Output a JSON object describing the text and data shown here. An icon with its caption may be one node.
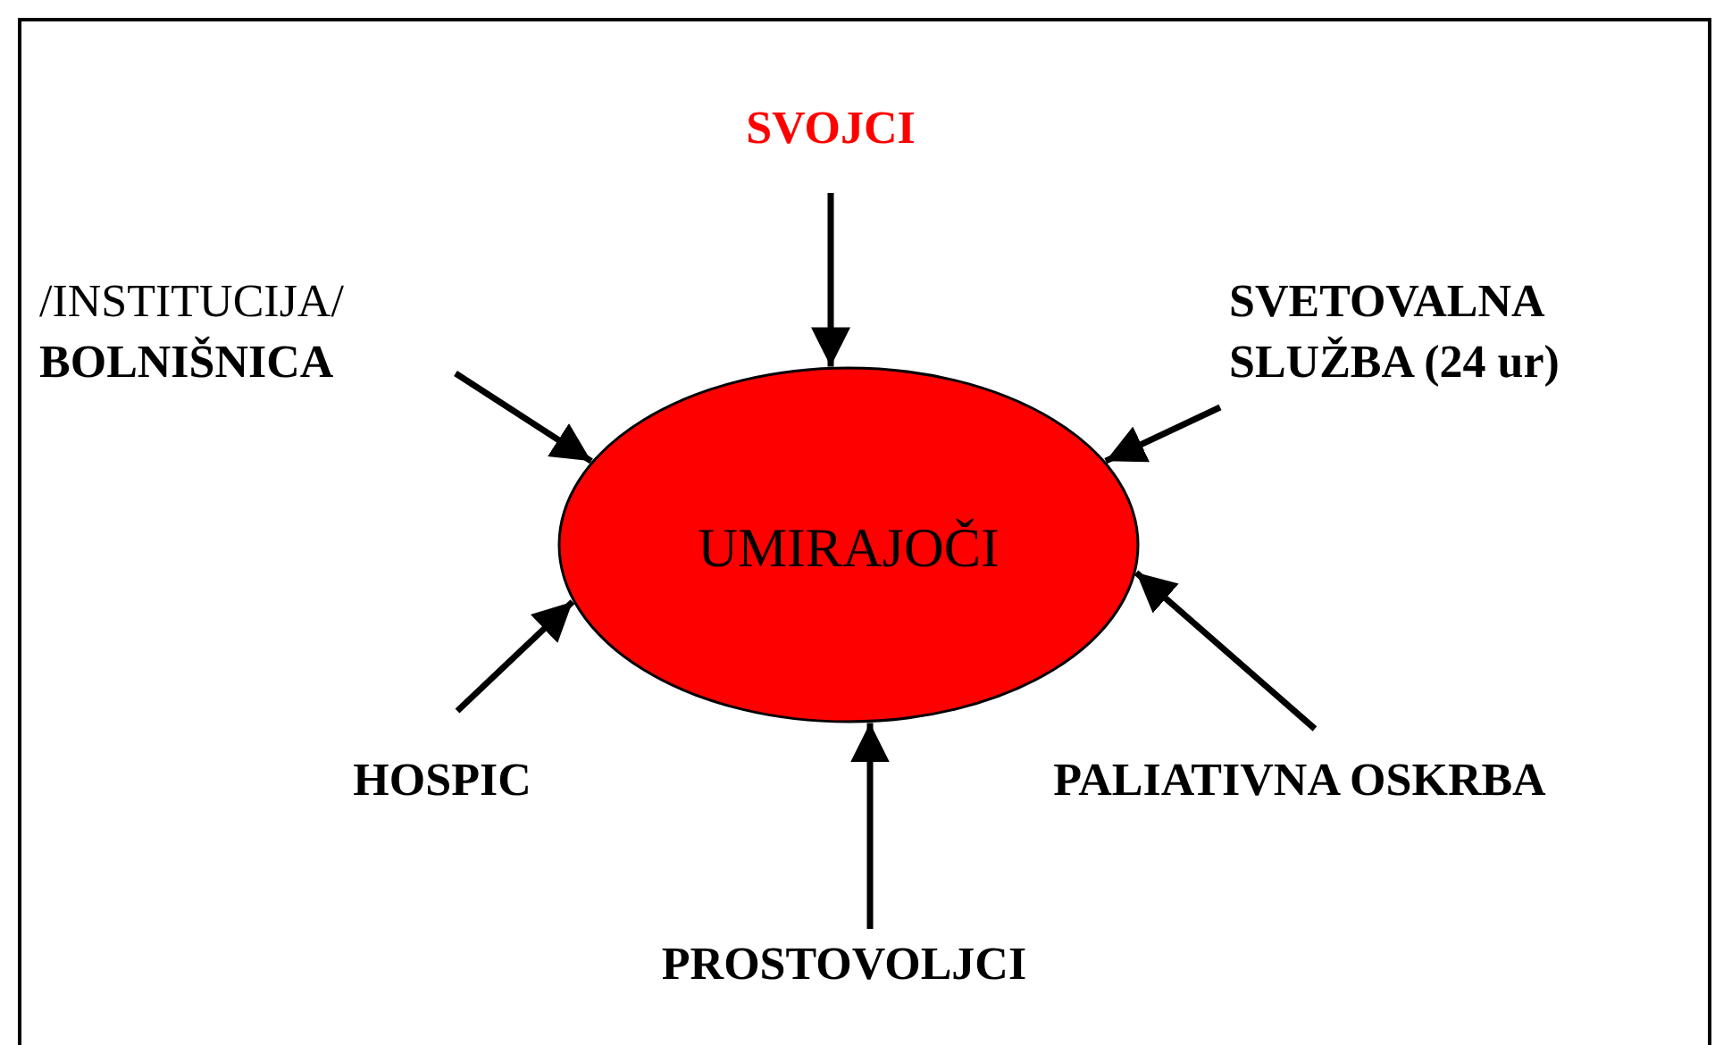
{
  "diagram": {
    "nodes": [
      {
        "text": [
          "UMIRAJOČI"
        ]
      },
      {
        "text": [
          "SVOJCI"
        ]
      },
      {
        "text": [
          "/INSTITUCIJA/ **BOLNIŠNICA**"
        ]
      },
      {
        "text": [
          "SVETOVALNA SLUŽBA (24 ur)"
        ]
      },
      {
        "text": [
          "HOSPIC"
        ]
      },
      {
        "text": [
          "PALIATIVNA OSKRBA"
        ]
      },
      {
        "text": [
          "PROSTOVOLJCI"
        ]
      }
    ],
    "edges": [
      {
        "from": 1,
        "to": 0,
        "arrow": "to"
      },
      {
        "from": 2,
        "to": 0,
        "arrow": "to"
      },
      {
        "from": 3,
        "to": 0,
        "arrow": "to"
      },
      {
        "from": 4,
        "to": 0,
        "arrow": "to"
      },
      {
        "from": 5,
        "to": 0,
        "arrow": "to"
      },
      {
        "from": 6,
        "to": 0,
        "arrow": "to"
      }
    ]
  }
}
